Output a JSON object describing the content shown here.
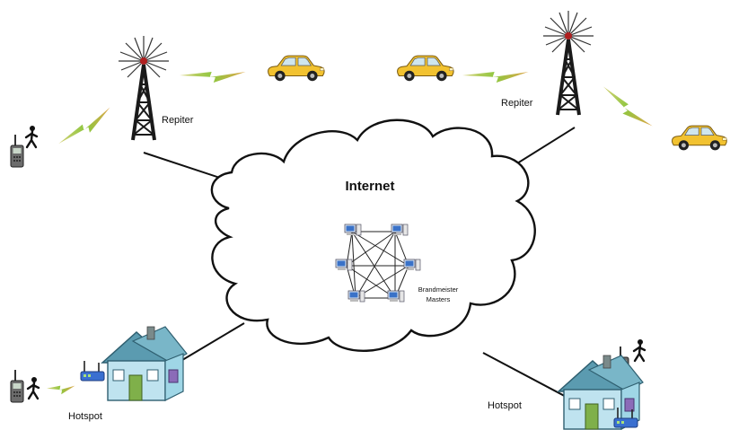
{
  "diagram": {
    "cloud_label": "Internet",
    "masters_label_line1": "Brandmeister",
    "masters_label_line2": "Masters",
    "repeater_left_label": "Repiter",
    "repeater_right_label": "Repiter",
    "hotspot_left_label": "Hotspot",
    "hotspot_right_label": "Hotspot"
  },
  "colors": {
    "cloud_fill": "#ffffff",
    "cloud_stroke": "#111111",
    "car_body": "#f2c230",
    "signal_bolt": "#8fc63f",
    "house_wall": "#9fd6e6",
    "house_roof": "#5b9bb0",
    "tower": "#222222",
    "router": "#3a6fd0"
  }
}
